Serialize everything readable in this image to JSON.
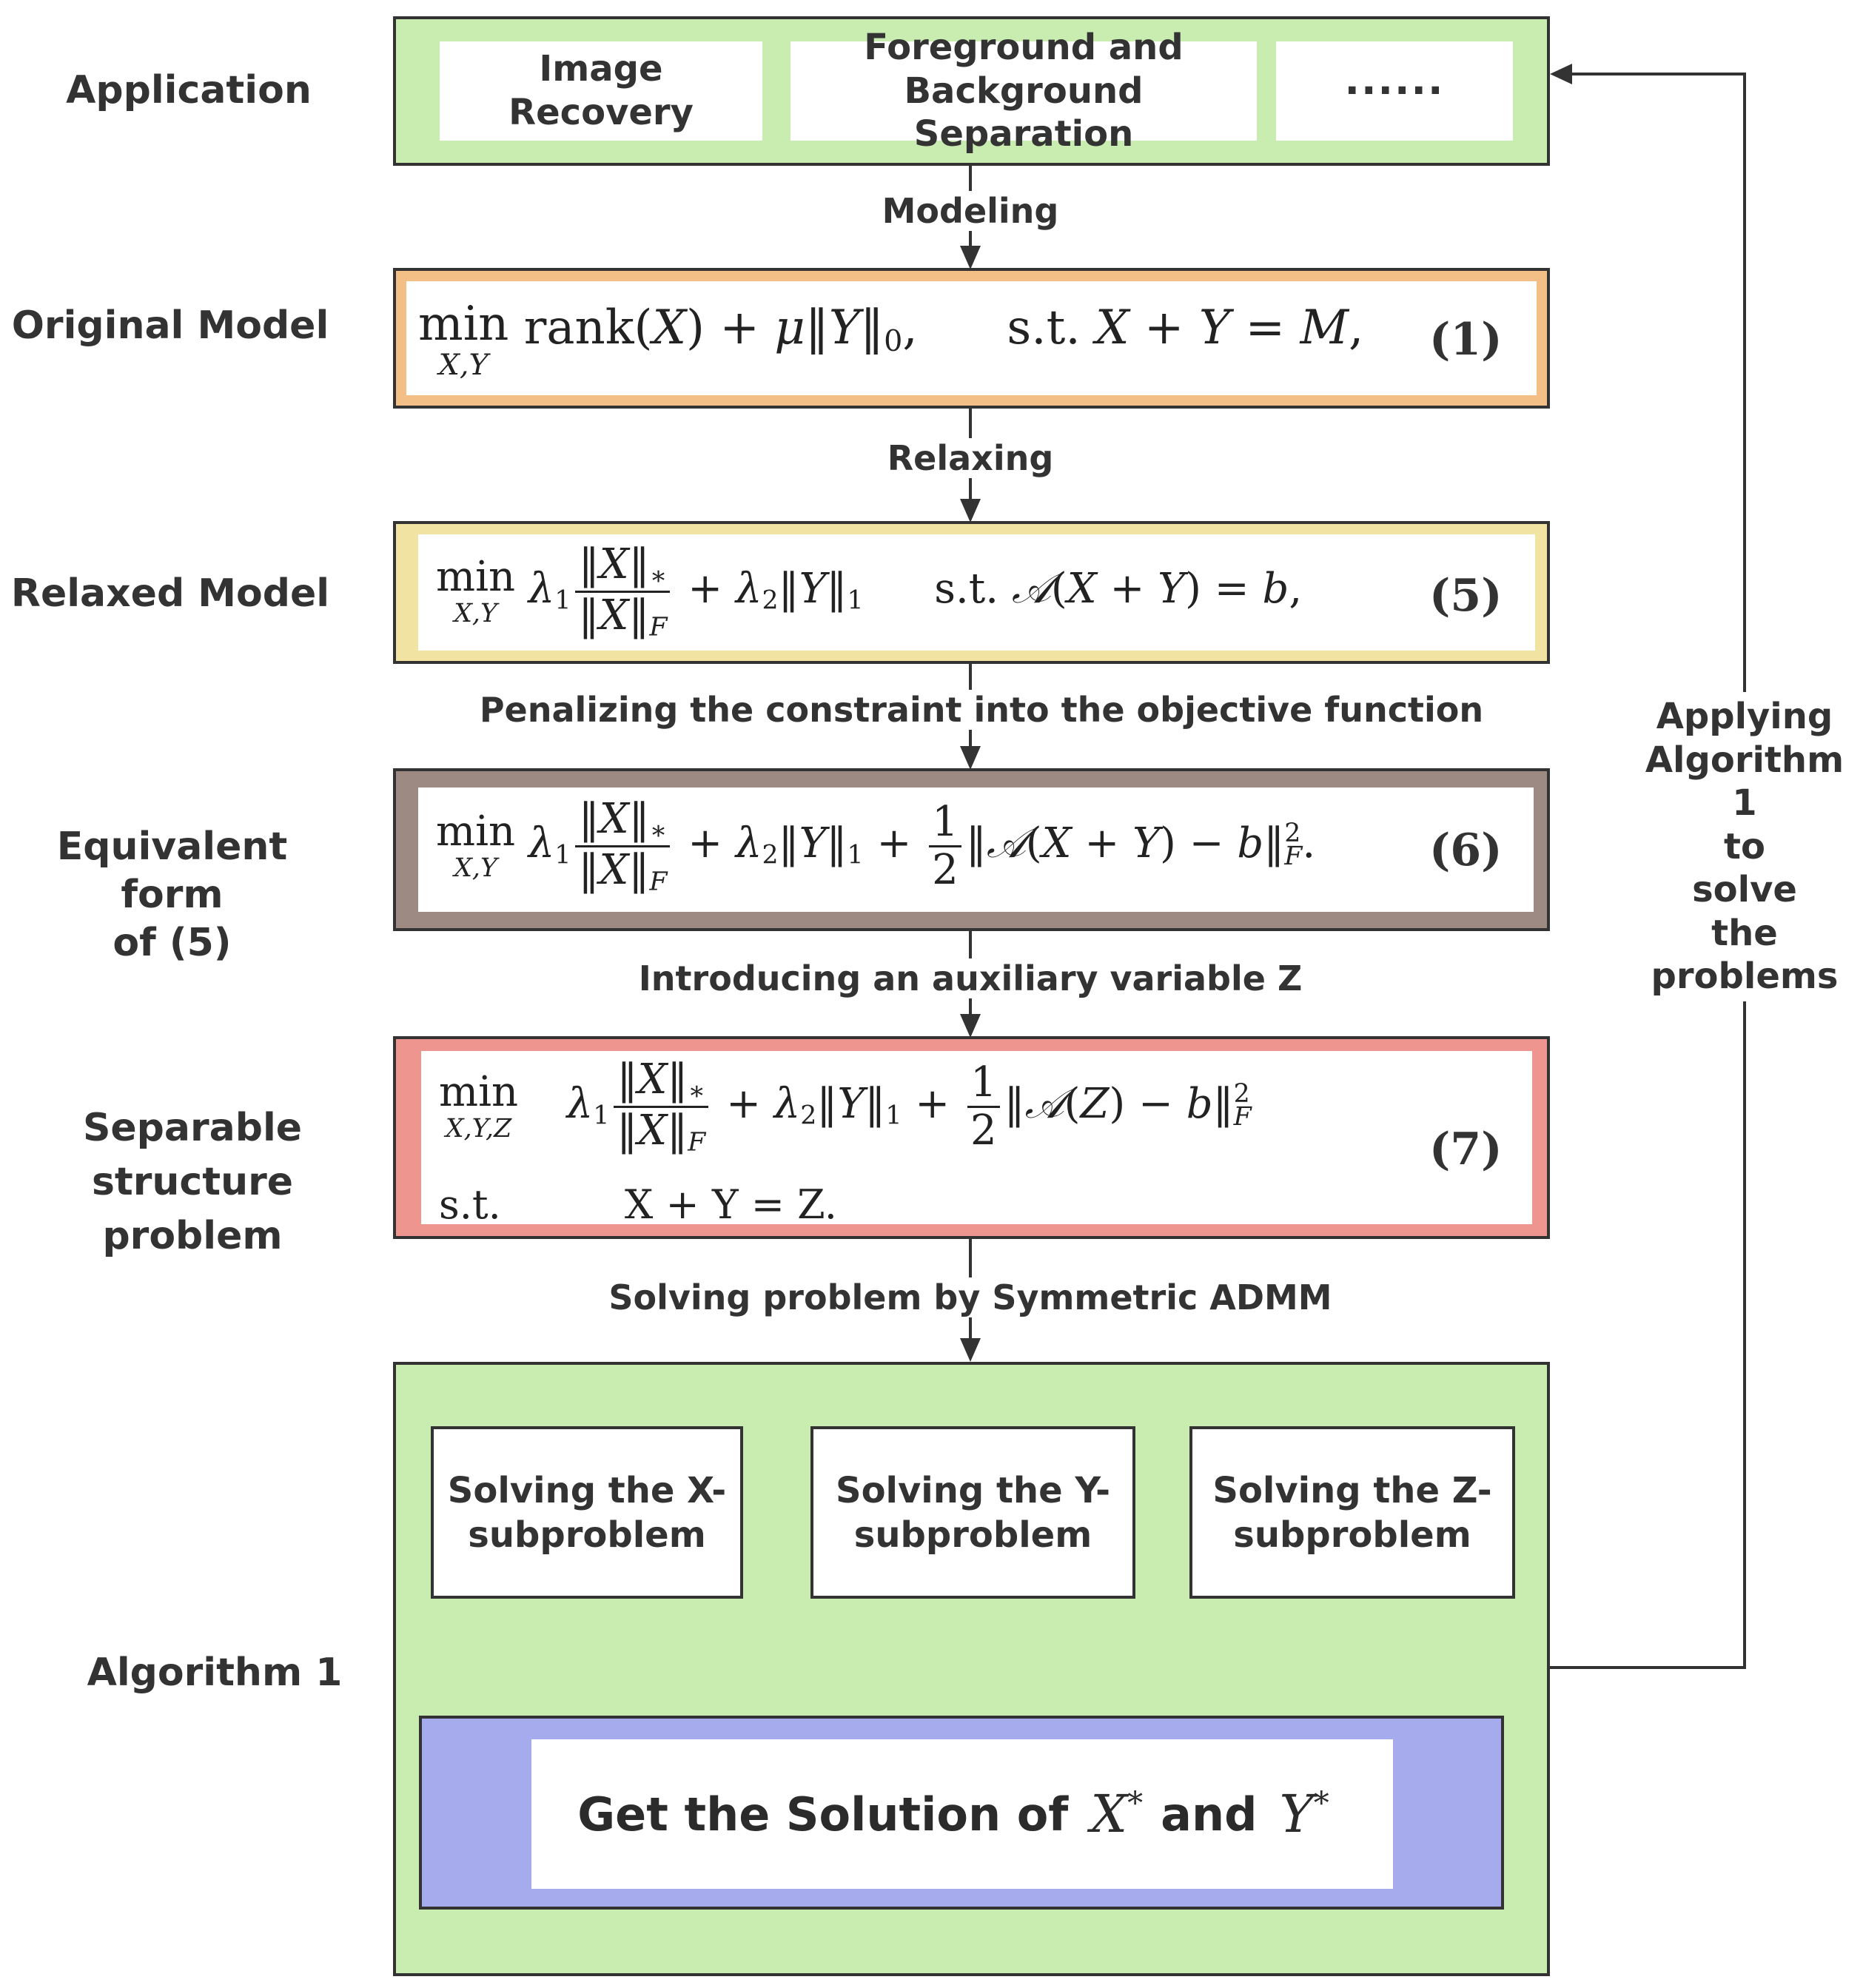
{
  "rows": {
    "application": "Application",
    "original_model": "Original Model",
    "relaxed_model": "Relaxed Model",
    "equivalent_form": [
      "Equivalent form",
      "of (5)"
    ],
    "separable": [
      "Separable",
      "structure problem"
    ],
    "algorithm": "Algorithm 1"
  },
  "application_items": [
    "Image Recovery",
    "Foreground and Background Separation",
    "······"
  ],
  "edges": {
    "modeling": "Modeling",
    "relaxing": "Relaxing",
    "penalizing": "Penalizing the constraint into the objective function",
    "introducing": "Introducing an auxiliary variable Z",
    "solving": "Solving problem by Symmetric ADMM"
  },
  "equations": {
    "eq1_no": "(1)",
    "eq5_no": "(5)",
    "eq6_no": "(6)",
    "eq7_no": "(7)",
    "st": "s.t.",
    "min": "min"
  },
  "subproblems": [
    "Solving the X-subproblem",
    "Solving the Y-subproblem",
    "Solving the Z-subproblem"
  ],
  "solution": {
    "prefix": "Get the Solution of",
    "x": "X*",
    "conj": "and",
    "y": "Y*"
  },
  "feedback": [
    "Applying",
    "Algorithm 1",
    "to",
    "solve",
    "the",
    "problems"
  ],
  "colors": {
    "application": "#c9ecb1",
    "original": "#f3bf86",
    "relaxed": "#f1e4a2",
    "equivalent": "#9c8a83",
    "separable": "#ee9590",
    "algorithm": "#c9ecb1",
    "solution": "#a6abee"
  }
}
